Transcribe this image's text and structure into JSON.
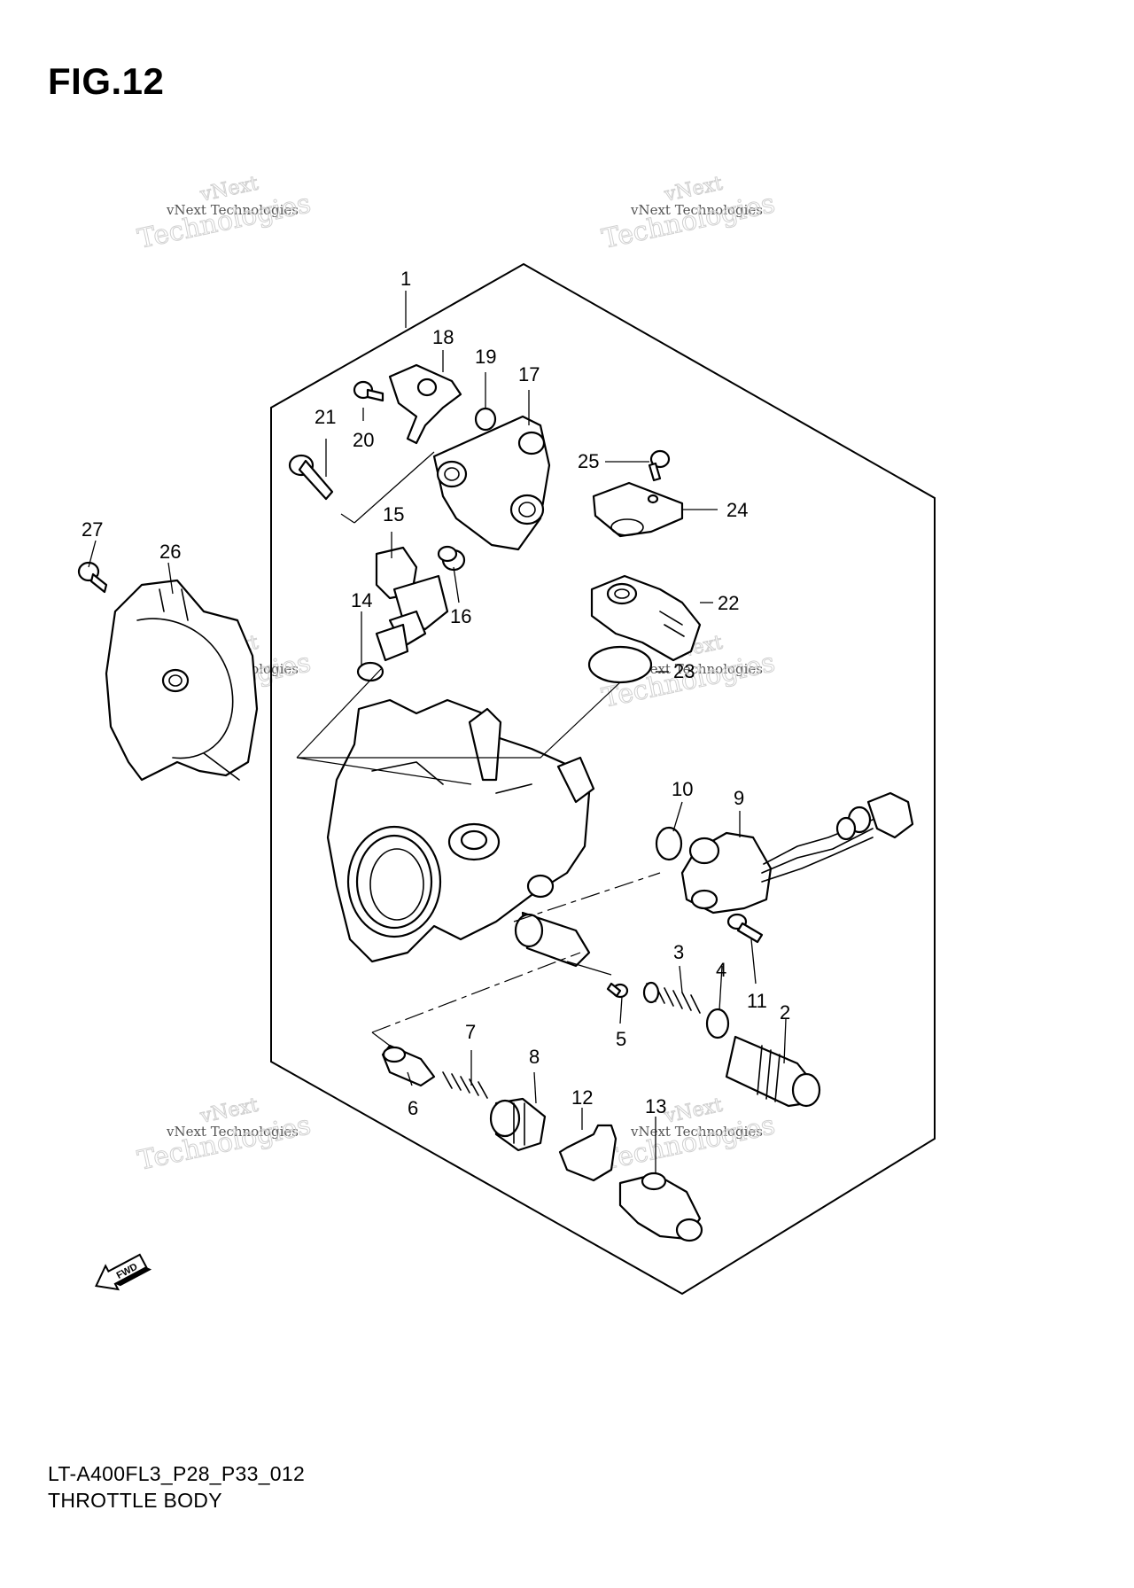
{
  "figure": {
    "title": "FIG.12"
  },
  "footer": {
    "code": "LT-A400FL3_P28_P33_012",
    "name": "THROTTLE BODY"
  },
  "watermark": {
    "line1": "vNext Technologies",
    "line2": "Technologies",
    "line3": "vNext"
  },
  "fwd_label": "FWD",
  "callouts": [
    "1",
    "2",
    "3",
    "4",
    "5",
    "6",
    "7",
    "8",
    "9",
    "10",
    "11",
    "12",
    "13",
    "14",
    "15",
    "16",
    "17",
    "18",
    "19",
    "20",
    "21",
    "22",
    "23",
    "24",
    "25",
    "26",
    "27"
  ]
}
